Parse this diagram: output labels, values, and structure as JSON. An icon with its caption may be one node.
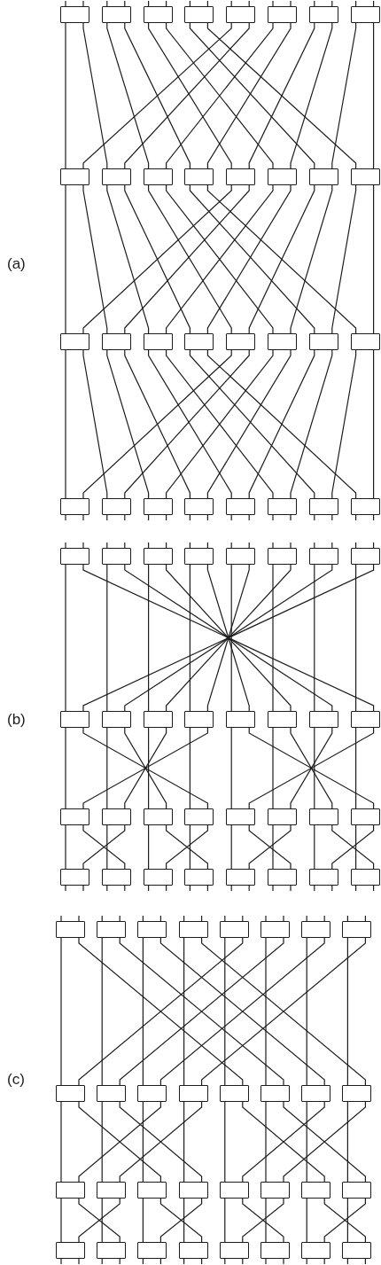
{
  "diagram": {
    "nodes": [
      {
        "text": [],
        "shape": "box"
      },
      {
        "text": [],
        "shape": "box"
      },
      {
        "text": [],
        "shape": "box"
      },
      {
        "text": [],
        "shape": "box"
      },
      {
        "text": [],
        "shape": "box"
      },
      {
        "text": [],
        "shape": "box"
      },
      {
        "text": [],
        "shape": "box"
      },
      {
        "text": [],
        "shape": "box"
      },
      {
        "text": [],
        "shape": "box"
      },
      {
        "text": [],
        "shape": "box"
      },
      {
        "text": [],
        "shape": "box"
      },
      {
        "text": [],
        "shape": "box"
      },
      {
        "text": [],
        "shape": "box"
      },
      {
        "text": [],
        "shape": "box"
      },
      {
        "text": [],
        "shape": "box"
      },
      {
        "text": [],
        "shape": "box"
      },
      {
        "text": [],
        "shape": "box"
      },
      {
        "text": [],
        "shape": "box"
      },
      {
        "text": [],
        "shape": "box"
      },
      {
        "text": [],
        "shape": "box"
      },
      {
        "text": [],
        "shape": "box"
      },
      {
        "text": [],
        "shape": "box"
      },
      {
        "text": [],
        "shape": "box"
      },
      {
        "text": [],
        "shape": "box"
      },
      {
        "text": [],
        "shape": "box"
      },
      {
        "text": [],
        "shape": "box"
      },
      {
        "text": [],
        "shape": "box"
      },
      {
        "text": [],
        "shape": "box"
      },
      {
        "text": [],
        "shape": "box"
      },
      {
        "text": [],
        "shape": "box"
      },
      {
        "text": [],
        "shape": "box"
      },
      {
        "text": [],
        "shape": "box"
      },
      {
        "text": [],
        "shape": "box"
      },
      {
        "text": [],
        "shape": "box"
      },
      {
        "text": [],
        "shape": "box"
      },
      {
        "text": [],
        "shape": "box"
      },
      {
        "text": [],
        "shape": "box"
      },
      {
        "text": [],
        "shape": "box"
      },
      {
        "text": [],
        "shape": "box"
      },
      {
        "text": [],
        "shape": "box"
      },
      {
        "text": [],
        "shape": "box"
      },
      {
        "text": [],
        "shape": "box"
      },
      {
        "text": [],
        "shape": "box"
      },
      {
        "text": [],
        "shape": "box"
      },
      {
        "text": [],
        "shape": "box"
      },
      {
        "text": [],
        "shape": "box"
      },
      {
        "text": [],
        "shape": "box"
      },
      {
        "text": [],
        "shape": "box"
      },
      {
        "text": [],
        "shape": "box"
      },
      {
        "text": [],
        "shape": "box"
      },
      {
        "text": [],
        "shape": "box"
      },
      {
        "text": [],
        "shape": "box"
      },
      {
        "text": [],
        "shape": "box"
      },
      {
        "text": [],
        "shape": "box"
      },
      {
        "text": [],
        "shape": "box"
      },
      {
        "text": [],
        "shape": "box"
      },
      {
        "text": [],
        "shape": "box"
      },
      {
        "text": [],
        "shape": "box"
      },
      {
        "text": [],
        "shape": "box"
      },
      {
        "text": [],
        "shape": "box"
      },
      {
        "text": [],
        "shape": "box"
      },
      {
        "text": [],
        "shape": "box"
      },
      {
        "text": [],
        "shape": "box"
      },
      {
        "text": [],
        "shape": "box"
      },
      {
        "text": [],
        "shape": "box"
      },
      {
        "text": [],
        "shape": "box"
      },
      {
        "text": [],
        "shape": "box"
      },
      {
        "text": [],
        "shape": "box"
      },
      {
        "text": [],
        "shape": "box"
      },
      {
        "text": [],
        "shape": "box"
      },
      {
        "text": [],
        "shape": "box"
      },
      {
        "text": [],
        "shape": "box"
      },
      {
        "text": [],
        "shape": "box"
      },
      {
        "text": [],
        "shape": "box"
      },
      {
        "text": [],
        "shape": "box"
      },
      {
        "text": [],
        "shape": "box"
      },
      {
        "text": [],
        "shape": "box"
      },
      {
        "text": [],
        "shape": "box"
      },
      {
        "text": [],
        "shape": "box"
      },
      {
        "text": [],
        "shape": "box"
      },
      {
        "text": [],
        "shape": "box"
      },
      {
        "text": [],
        "shape": "box"
      },
      {
        "text": [],
        "shape": "box"
      },
      {
        "text": [],
        "shape": "box"
      },
      {
        "text": [],
        "shape": "box"
      },
      {
        "text": [],
        "shape": "box"
      },
      {
        "text": [],
        "shape": "box"
      },
      {
        "text": [],
        "shape": "box"
      },
      {
        "text": [],
        "shape": "box"
      },
      {
        "text": [],
        "shape": "box"
      },
      {
        "text": [],
        "shape": "box"
      },
      {
        "text": [],
        "shape": "box"
      },
      {
        "text": [],
        "shape": "box"
      },
      {
        "text": [],
        "shape": "box"
      },
      {
        "text": [],
        "shape": "box"
      },
      {
        "text": [],
        "shape": "box"
      }
    ],
    "edges": [
      {
        "from": 0,
        "to": 8,
        "arrow": "none"
      },
      {
        "from": 0,
        "to": 9,
        "arrow": "none"
      },
      {
        "from": 1,
        "to": 10,
        "arrow": "none"
      },
      {
        "from": 1,
        "to": 11,
        "arrow": "none"
      },
      {
        "from": 2,
        "to": 12,
        "arrow": "none"
      },
      {
        "from": 2,
        "to": 13,
        "arrow": "none"
      },
      {
        "from": 3,
        "to": 14,
        "arrow": "none"
      },
      {
        "from": 3,
        "to": 15,
        "arrow": "none"
      },
      {
        "from": 4,
        "to": 8,
        "arrow": "none"
      },
      {
        "from": 4,
        "to": 9,
        "arrow": "none"
      },
      {
        "from": 5,
        "to": 10,
        "arrow": "none"
      },
      {
        "from": 5,
        "to": 11,
        "arrow": "none"
      },
      {
        "from": 6,
        "to": 12,
        "arrow": "none"
      },
      {
        "from": 6,
        "to": 13,
        "arrow": "none"
      },
      {
        "from": 7,
        "to": 14,
        "arrow": "none"
      },
      {
        "from": 7,
        "to": 15,
        "arrow": "none"
      },
      {
        "from": 8,
        "to": 16,
        "arrow": "none"
      },
      {
        "from": 8,
        "to": 17,
        "arrow": "none"
      },
      {
        "from": 9,
        "to": 18,
        "arrow": "none"
      },
      {
        "from": 9,
        "to": 19,
        "arrow": "none"
      },
      {
        "from": 10,
        "to": 20,
        "arrow": "none"
      },
      {
        "from": 10,
        "to": 21,
        "arrow": "none"
      },
      {
        "from": 11,
        "to": 22,
        "arrow": "none"
      },
      {
        "from": 11,
        "to": 23,
        "arrow": "none"
      },
      {
        "from": 12,
        "to": 16,
        "arrow": "none"
      },
      {
        "from": 12,
        "to": 17,
        "arrow": "none"
      },
      {
        "from": 13,
        "to": 18,
        "arrow": "none"
      },
      {
        "from": 13,
        "to": 19,
        "arrow": "none"
      },
      {
        "from": 14,
        "to": 20,
        "arrow": "none"
      },
      {
        "from": 14,
        "to": 21,
        "arrow": "none"
      },
      {
        "from": 15,
        "to": 22,
        "arrow": "none"
      },
      {
        "from": 15,
        "to": 23,
        "arrow": "none"
      },
      {
        "from": 16,
        "to": 24,
        "arrow": "none"
      },
      {
        "from": 16,
        "to": 25,
        "arrow": "none"
      },
      {
        "from": 17,
        "to": 26,
        "arrow": "none"
      },
      {
        "from": 17,
        "to": 27,
        "arrow": "none"
      },
      {
        "from": 18,
        "to": 28,
        "arrow": "none"
      },
      {
        "from": 18,
        "to": 29,
        "arrow": "none"
      },
      {
        "from": 19,
        "to": 30,
        "arrow": "none"
      },
      {
        "from": 19,
        "to": 31,
        "arrow": "none"
      },
      {
        "from": 20,
        "to": 24,
        "arrow": "none"
      },
      {
        "from": 20,
        "to": 25,
        "arrow": "none"
      },
      {
        "from": 21,
        "to": 26,
        "arrow": "none"
      },
      {
        "from": 21,
        "to": 27,
        "arrow": "none"
      },
      {
        "from": 22,
        "to": 28,
        "arrow": "none"
      },
      {
        "from": 22,
        "to": 29,
        "arrow": "none"
      },
      {
        "from": 23,
        "to": 30,
        "arrow": "none"
      },
      {
        "from": 23,
        "to": 31,
        "arrow": "none"
      },
      {
        "from": 32,
        "to": 40,
        "arrow": "none"
      },
      {
        "from": 32,
        "to": 47,
        "arrow": "none"
      },
      {
        "from": 33,
        "to": 41,
        "arrow": "none"
      },
      {
        "from": 33,
        "to": 46,
        "arrow": "none"
      },
      {
        "from": 34,
        "to": 42,
        "arrow": "none"
      },
      {
        "from": 34,
        "to": 45,
        "arrow": "none"
      },
      {
        "from": 35,
        "to": 43,
        "arrow": "none"
      },
      {
        "from": 35,
        "to": 44,
        "arrow": "none"
      },
      {
        "from": 36,
        "to": 44,
        "arrow": "none"
      },
      {
        "from": 36,
        "to": 43,
        "arrow": "none"
      },
      {
        "from": 37,
        "to": 45,
        "arrow": "none"
      },
      {
        "from": 37,
        "to": 42,
        "arrow": "none"
      },
      {
        "from": 38,
        "to": 46,
        "arrow": "none"
      },
      {
        "from": 38,
        "to": 41,
        "arrow": "none"
      },
      {
        "from": 39,
        "to": 47,
        "arrow": "none"
      },
      {
        "from": 39,
        "to": 40,
        "arrow": "none"
      },
      {
        "from": 40,
        "to": 48,
        "arrow": "none"
      },
      {
        "from": 40,
        "to": 51,
        "arrow": "none"
      },
      {
        "from": 41,
        "to": 49,
        "arrow": "none"
      },
      {
        "from": 41,
        "to": 50,
        "arrow": "none"
      },
      {
        "from": 42,
        "to": 50,
        "arrow": "none"
      },
      {
        "from": 42,
        "to": 49,
        "arrow": "none"
      },
      {
        "from": 43,
        "to": 51,
        "arrow": "none"
      },
      {
        "from": 43,
        "to": 48,
        "arrow": "none"
      },
      {
        "from": 44,
        "to": 52,
        "arrow": "none"
      },
      {
        "from": 44,
        "to": 55,
        "arrow": "none"
      },
      {
        "from": 45,
        "to": 53,
        "arrow": "none"
      },
      {
        "from": 45,
        "to": 54,
        "arrow": "none"
      },
      {
        "from": 46,
        "to": 54,
        "arrow": "none"
      },
      {
        "from": 46,
        "to": 53,
        "arrow": "none"
      },
      {
        "from": 47,
        "to": 55,
        "arrow": "none"
      },
      {
        "from": 47,
        "to": 52,
        "arrow": "none"
      },
      {
        "from": 48,
        "to": 56,
        "arrow": "none"
      },
      {
        "from": 48,
        "to": 57,
        "arrow": "none"
      },
      {
        "from": 49,
        "to": 57,
        "arrow": "none"
      },
      {
        "from": 49,
        "to": 56,
        "arrow": "none"
      },
      {
        "from": 50,
        "to": 58,
        "arrow": "none"
      },
      {
        "from": 50,
        "to": 59,
        "arrow": "none"
      },
      {
        "from": 51,
        "to": 59,
        "arrow": "none"
      },
      {
        "from": 51,
        "to": 58,
        "arrow": "none"
      },
      {
        "from": 52,
        "to": 60,
        "arrow": "none"
      },
      {
        "from": 52,
        "to": 61,
        "arrow": "none"
      },
      {
        "from": 53,
        "to": 61,
        "arrow": "none"
      },
      {
        "from": 53,
        "to": 60,
        "arrow": "none"
      },
      {
        "from": 54,
        "to": 62,
        "arrow": "none"
      },
      {
        "from": 54,
        "to": 63,
        "arrow": "none"
      },
      {
        "from": 55,
        "to": 63,
        "arrow": "none"
      },
      {
        "from": 55,
        "to": 62,
        "arrow": "none"
      },
      {
        "from": 64,
        "to": 72,
        "arrow": "none"
      },
      {
        "from": 64,
        "to": 76,
        "arrow": "none"
      },
      {
        "from": 65,
        "to": 73,
        "arrow": "none"
      },
      {
        "from": 65,
        "to": 77,
        "arrow": "none"
      },
      {
        "from": 66,
        "to": 74,
        "arrow": "none"
      },
      {
        "from": 66,
        "to": 78,
        "arrow": "none"
      },
      {
        "from": 67,
        "to": 75,
        "arrow": "none"
      },
      {
        "from": 67,
        "to": 79,
        "arrow": "none"
      },
      {
        "from": 68,
        "to": 76,
        "arrow": "none"
      },
      {
        "from": 68,
        "to": 72,
        "arrow": "none"
      },
      {
        "from": 69,
        "to": 77,
        "arrow": "none"
      },
      {
        "from": 69,
        "to": 73,
        "arrow": "none"
      },
      {
        "from": 70,
        "to": 78,
        "arrow": "none"
      },
      {
        "from": 70,
        "to": 74,
        "arrow": "none"
      },
      {
        "from": 71,
        "to": 79,
        "arrow": "none"
      },
      {
        "from": 71,
        "to": 75,
        "arrow": "none"
      },
      {
        "from": 72,
        "to": 80,
        "arrow": "none"
      },
      {
        "from": 72,
        "to": 82,
        "arrow": "none"
      },
      {
        "from": 73,
        "to": 81,
        "arrow": "none"
      },
      {
        "from": 73,
        "to": 83,
        "arrow": "none"
      },
      {
        "from": 74,
        "to": 82,
        "arrow": "none"
      },
      {
        "from": 74,
        "to": 80,
        "arrow": "none"
      },
      {
        "from": 75,
        "to": 83,
        "arrow": "none"
      },
      {
        "from": 75,
        "to": 81,
        "arrow": "none"
      },
      {
        "from": 76,
        "to": 84,
        "arrow": "none"
      },
      {
        "from": 76,
        "to": 86,
        "arrow": "none"
      },
      {
        "from": 77,
        "to": 85,
        "arrow": "none"
      },
      {
        "from": 77,
        "to": 87,
        "arrow": "none"
      },
      {
        "from": 78,
        "to": 86,
        "arrow": "none"
      },
      {
        "from": 78,
        "to": 84,
        "arrow": "none"
      },
      {
        "from": 79,
        "to": 87,
        "arrow": "none"
      },
      {
        "from": 79,
        "to": 85,
        "arrow": "none"
      },
      {
        "from": 80,
        "to": 88,
        "arrow": "none"
      },
      {
        "from": 80,
        "to": 89,
        "arrow": "none"
      },
      {
        "from": 81,
        "to": 89,
        "arrow": "none"
      },
      {
        "from": 81,
        "to": 88,
        "arrow": "none"
      },
      {
        "from": 82,
        "to": 90,
        "arrow": "none"
      },
      {
        "from": 82,
        "to": 91,
        "arrow": "none"
      },
      {
        "from": 83,
        "to": 91,
        "arrow": "none"
      },
      {
        "from": 83,
        "to": 90,
        "arrow": "none"
      },
      {
        "from": 84,
        "to": 92,
        "arrow": "none"
      },
      {
        "from": 84,
        "to": 93,
        "arrow": "none"
      },
      {
        "from": 85,
        "to": 93,
        "arrow": "none"
      },
      {
        "from": 85,
        "to": 92,
        "arrow": "none"
      },
      {
        "from": 86,
        "to": 94,
        "arrow": "none"
      },
      {
        "from": 86,
        "to": 95,
        "arrow": "none"
      },
      {
        "from": 87,
        "to": 95,
        "arrow": "none"
      },
      {
        "from": 87,
        "to": 94,
        "arrow": "none"
      }
    ],
    "labels": [
      "(a)",
      "(b)",
      "(c)"
    ]
  }
}
